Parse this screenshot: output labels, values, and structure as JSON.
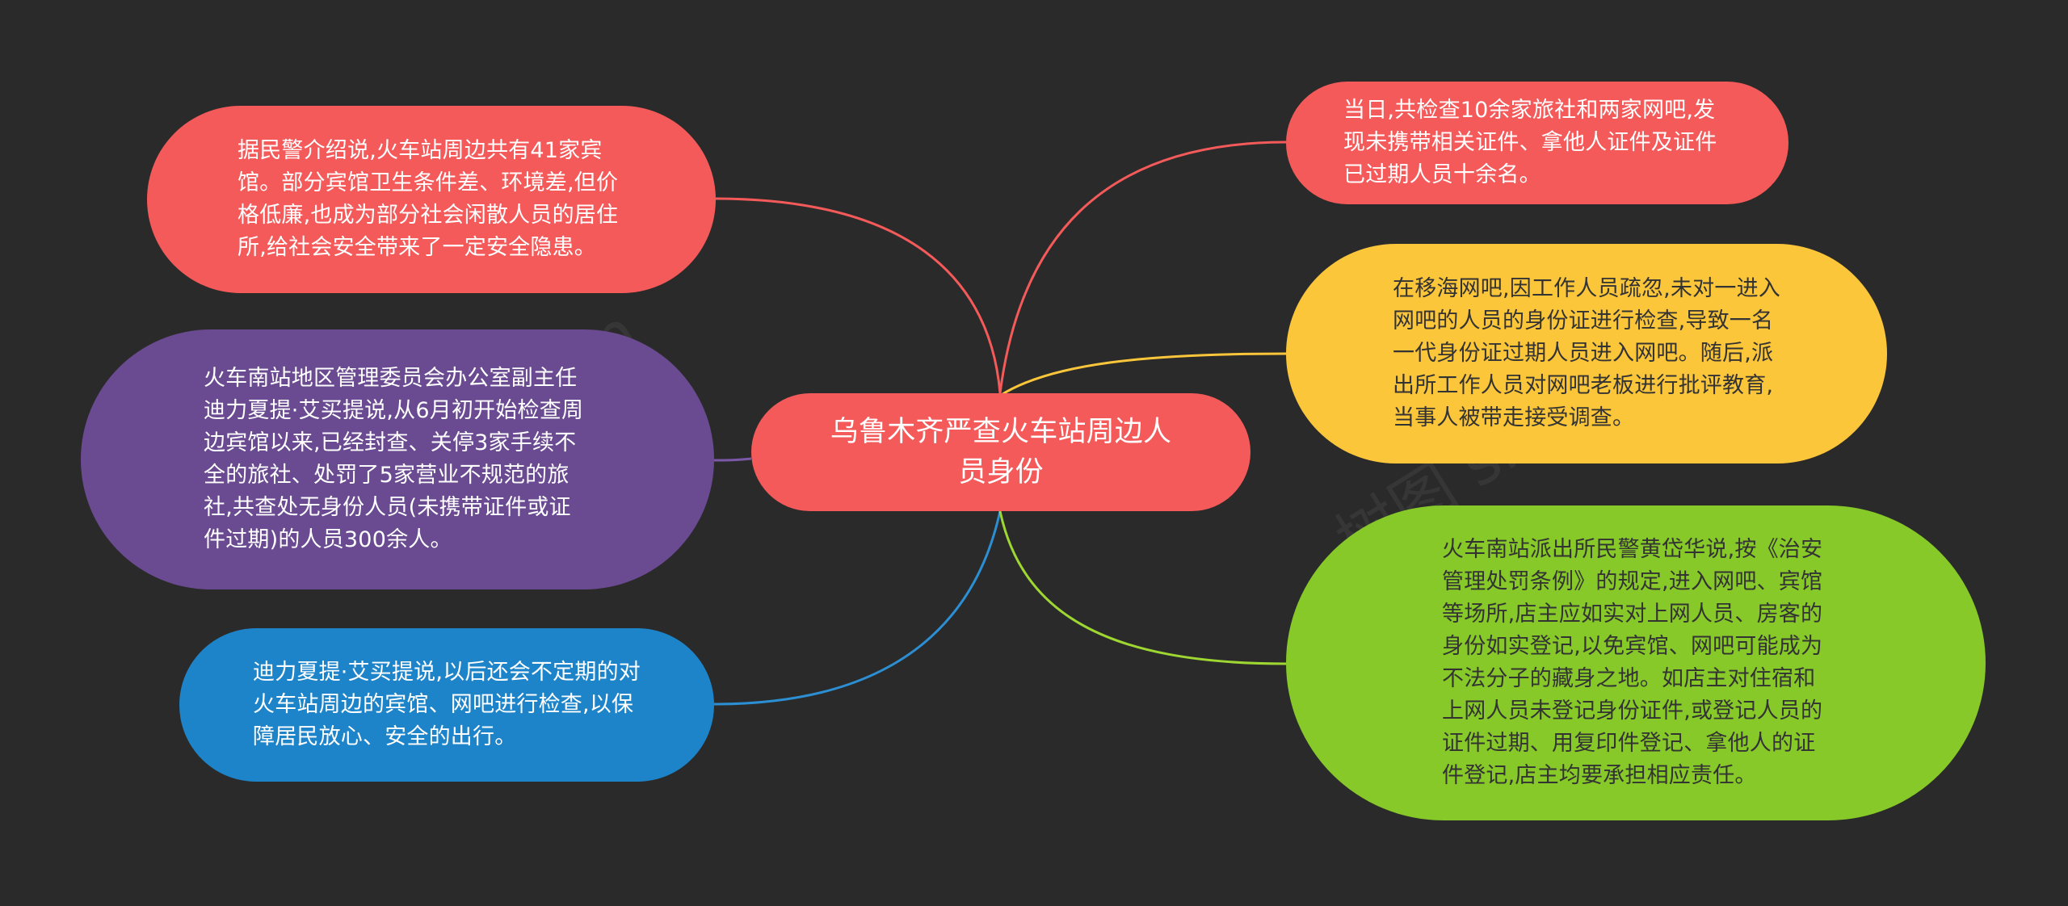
{
  "center": {
    "text": "乌鲁木齐严查火车站周边人员身份",
    "color": "#f45a5a"
  },
  "nodes": [
    {
      "id": "n1",
      "text": "据民警介绍说,火车站周边共有41家宾馆。部分宾馆卫生条件差、环境差,但价格低廉,也成为部分社会闲散人员的居住所,给社会安全带来了一定安全隐患。",
      "color": "#f45a5a",
      "line_color": "#f45a5a"
    },
    {
      "id": "n2",
      "text": "火车南站地区管理委员会办公室副主任迪力夏提·艾买提说,从6月初开始检查周边宾馆以来,已经封查、关停3家手续不全的旅社、处罚了5家营业不规范的旅社,共查处无身份人员(未携带证件或证件过期)的人员300余人。",
      "color": "#6a4a91",
      "line_color": "#7b58a8"
    },
    {
      "id": "n3",
      "text": "迪力夏提·艾买提说,以后还会不定期的对火车站周边的宾馆、网吧进行检查,以保障居民放心、安全的出行。",
      "color": "#1e84c9",
      "line_color": "#2c8fd3"
    },
    {
      "id": "n4",
      "text": "当日,共检查10余家旅社和两家网吧,发现未携带相关证件、拿他人证件及证件已过期人员十余名。",
      "color": "#f45a5a",
      "line_color": "#f45a5a"
    },
    {
      "id": "n5",
      "text": "在移海网吧,因工作人员疏忽,未对一进入网吧的人员的身份证进行检查,导致一名一代身份证过期人员进入网吧。随后,派出所工作人员对网吧老板进行批评教育,当事人被带走接受调查。",
      "color": "#fcc63a",
      "line_color": "#fcc63a"
    },
    {
      "id": "n6",
      "text": "火车南站派出所民警黄岱华说,按《治安管理处罚条例》的规定,进入网吧、宾馆等场所,店主应如实对上网人员、房客的身份如实登记,以免宾馆、网吧可能成为不法分子的藏身之地。如店主对住宿和上网人员未登记身份证件,或登记人员的证件过期、用复印件登记、拿他人的证件登记,店主均要承担相应责任。",
      "color": "#86c928",
      "line_color": "#9ed632"
    }
  ],
  "background": "#2a2a2a",
  "watermark": "树图 shutu.cn"
}
